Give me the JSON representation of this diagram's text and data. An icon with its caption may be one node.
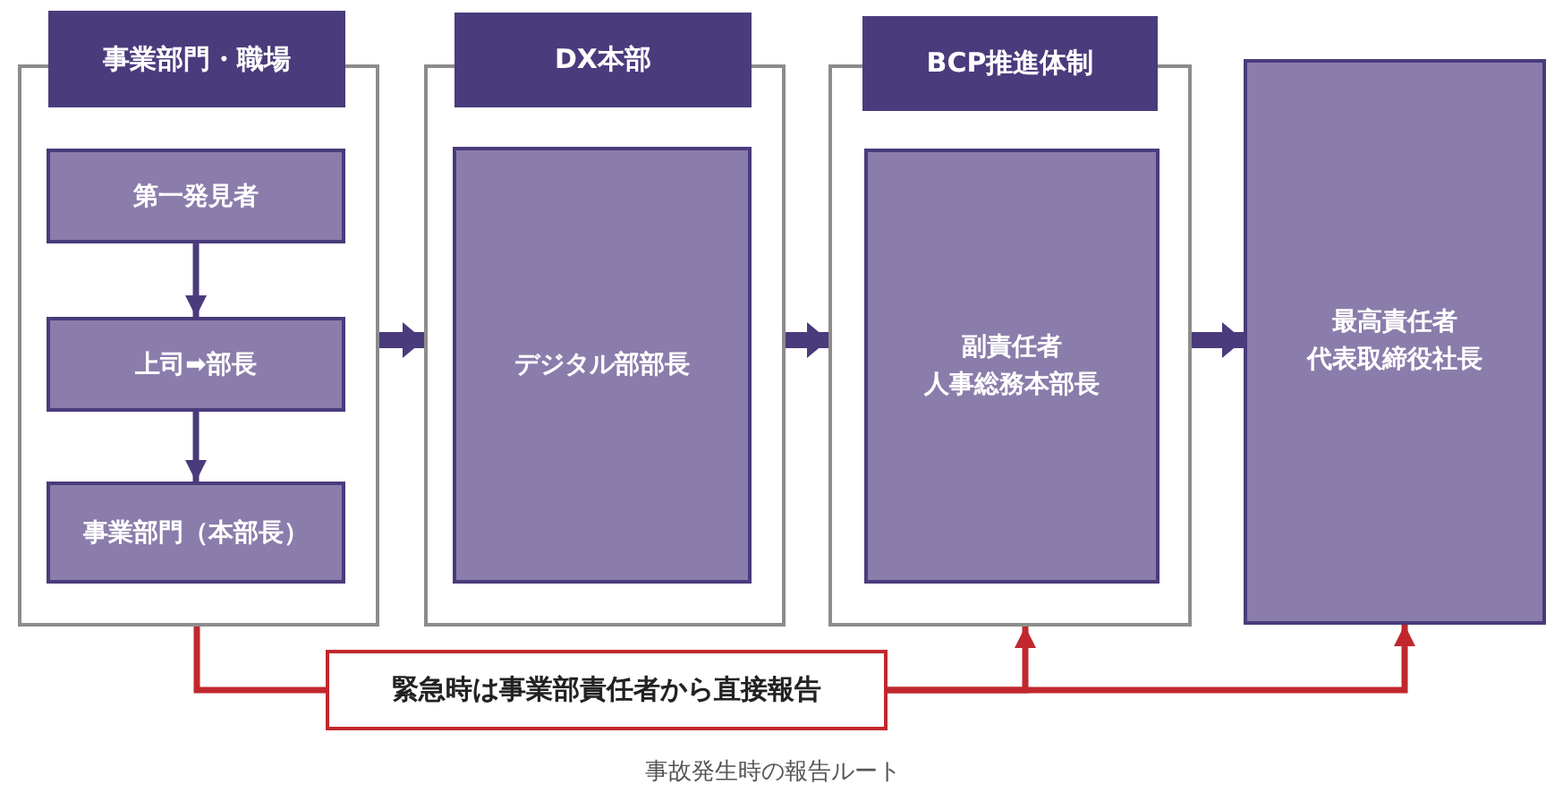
{
  "diagram": {
    "caption": "事故発生時の報告ルート",
    "nodes": [
      {
        "text": [
          "事業部門・職場"
        ]
      },
      {
        "text": [
          "第一発見者"
        ],
        "in": 0
      },
      {
        "text": [
          "上司➡部長"
        ],
        "in": 0
      },
      {
        "text": [
          "事業部門（本部長）"
        ],
        "in": 0
      },
      {
        "text": [
          "DX本部"
        ]
      },
      {
        "text": [
          "デジタル部部長"
        ],
        "in": 4
      },
      {
        "text": [
          "BCP推進体制"
        ]
      },
      {
        "text": [
          "副責任者",
          "人事総務本部長"
        ],
        "in": 6
      },
      {
        "text": [
          "最高責任者",
          "代表取締役社長"
        ]
      },
      {
        "text": [
          "緊急時は事業部責任者から直接報告"
        ]
      }
    ],
    "edges": [
      {
        "from": 1,
        "to": 2,
        "arrow": "to"
      },
      {
        "from": 2,
        "to": 3,
        "arrow": "to"
      },
      {
        "from": 0,
        "to": 4,
        "arrow": "to",
        "style": "thick"
      },
      {
        "from": 4,
        "to": 6,
        "arrow": "to",
        "style": "thick"
      },
      {
        "from": 6,
        "to": 8,
        "arrow": "to",
        "style": "thick"
      },
      {
        "from": 0,
        "to": 9,
        "arrow": "none",
        "color": "#c0282d"
      },
      {
        "from": 9,
        "to": 6,
        "arrow": "to",
        "color": "#c0282d"
      },
      {
        "from": 9,
        "to": 8,
        "arrow": "to",
        "color": "#c0282d"
      }
    ]
  }
}
